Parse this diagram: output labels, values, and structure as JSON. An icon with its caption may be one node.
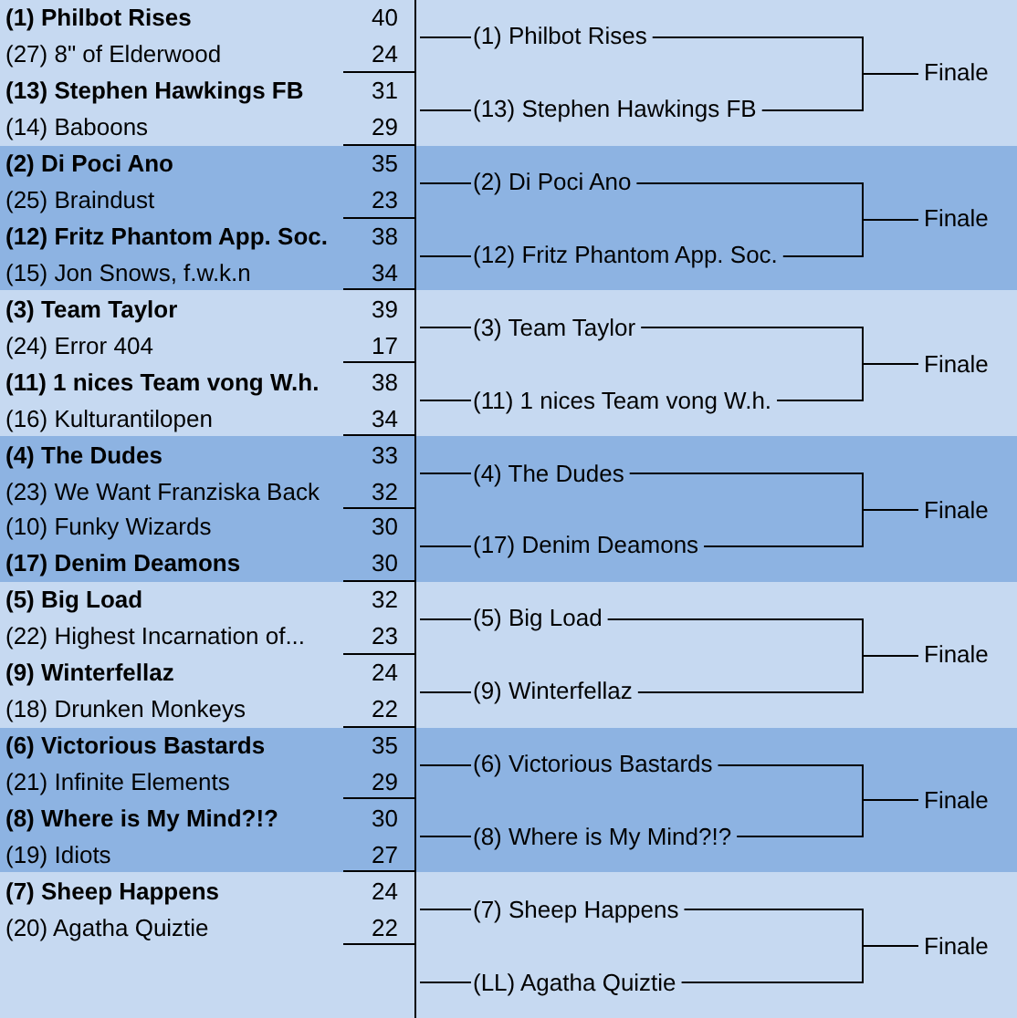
{
  "diagram": {
    "nodes": [
      {
        "text": [
          "(1) Philbot Rises"
        ]
      },
      {
        "text": [
          "Finale"
        ]
      },
      {
        "text": [
          "(13) Stephen Hawkings FB"
        ]
      },
      {
        "text": [
          "(2) Di Poci Ano"
        ]
      },
      {
        "text": [
          "Finale"
        ]
      },
      {
        "text": [
          "(12) Fritz Phantom App. Soc."
        ]
      },
      {
        "text": [
          "(3) Team Taylor"
        ]
      },
      {
        "text": [
          "Finale"
        ]
      },
      {
        "text": [
          "(11) 1 nices Team vong W.h."
        ]
      },
      {
        "text": [
          "(4) The Dudes"
        ]
      },
      {
        "text": [
          "Finale"
        ]
      },
      {
        "text": [
          "(17) Denim Deamons"
        ]
      },
      {
        "text": [
          "(5) Big Load"
        ]
      },
      {
        "text": [
          "Finale"
        ]
      },
      {
        "text": [
          "(9) Winterfellaz"
        ]
      },
      {
        "text": [
          "(6) Victorious Bastards"
        ]
      },
      {
        "text": [
          "Finale"
        ]
      },
      {
        "text": [
          "(8) Where is My Mind?!?"
        ]
      },
      {
        "text": [
          "(7) Sheep Happens"
        ]
      },
      {
        "text": [
          "Finale"
        ]
      },
      {
        "text": [
          "(LL) Agatha Quiztie"
        ]
      }
    ],
    "edges": [
      {
        "from": null,
        "to": 0,
        "arrow": "none"
      },
      {
        "from": null,
        "to": 2,
        "arrow": "none"
      },
      {
        "from": 0,
        "to": 1,
        "arrow": "none"
      },
      {
        "from": 2,
        "to": 1,
        "arrow": "none"
      },
      {
        "from": null,
        "to": 3,
        "arrow": "none"
      },
      {
        "from": null,
        "to": 5,
        "arrow": "none"
      },
      {
        "from": 3,
        "to": 4,
        "arrow": "none"
      },
      {
        "from": 5,
        "to": 4,
        "arrow": "none"
      },
      {
        "from": null,
        "to": 6,
        "arrow": "none"
      },
      {
        "from": null,
        "to": 8,
        "arrow": "none"
      },
      {
        "from": 6,
        "to": 7,
        "arrow": "none"
      },
      {
        "from": 8,
        "to": 7,
        "arrow": "none"
      },
      {
        "from": null,
        "to": 9,
        "arrow": "none"
      },
      {
        "from": null,
        "to": 11,
        "arrow": "none"
      },
      {
        "from": 9,
        "to": 10,
        "arrow": "none"
      },
      {
        "from": 11,
        "to": 10,
        "arrow": "none"
      },
      {
        "from": null,
        "to": 12,
        "arrow": "none"
      },
      {
        "from": null,
        "to": 14,
        "arrow": "none"
      },
      {
        "from": 12,
        "to": 13,
        "arrow": "none"
      },
      {
        "from": 14,
        "to": 13,
        "arrow": "none"
      },
      {
        "from": null,
        "to": 15,
        "arrow": "none"
      },
      {
        "from": null,
        "to": 17,
        "arrow": "none"
      },
      {
        "from": 15,
        "to": 16,
        "arrow": "none"
      },
      {
        "from": 17,
        "to": 16,
        "arrow": "none"
      },
      {
        "from": null,
        "to": 18,
        "arrow": "none"
      },
      {
        "from": null,
        "to": 20,
        "arrow": "none"
      },
      {
        "from": 18,
        "to": 19,
        "arrow": "none"
      },
      {
        "from": 20,
        "to": 19,
        "arrow": "none"
      }
    ],
    "labels": [
      "(1) Philbot Rises",
      "40",
      "(27) 8\" of Elderwood",
      "24",
      "(13) Stephen Hawkings FB",
      "31",
      "(14) Baboons",
      "29",
      "(2) Di Poci Ano",
      "35",
      "(25) Braindust",
      "23",
      "(12) Fritz Phantom App. Soc.",
      "38",
      "(15) Jon Snows, f.w.k.n",
      "34",
      "(3) Team Taylor",
      "39",
      "(24) Error 404",
      "17",
      "(11) 1 nices Team vong W.h.",
      "38",
      "(16) Kulturantilopen",
      "34",
      "(4) The Dudes",
      "33",
      "(23) We Want Franziska Back",
      "32",
      "(10) Funky Wizards",
      "30",
      "(17) Denim Deamons",
      "30",
      "(5) Big Load",
      "32",
      "(22) Highest Incarnation of...",
      "23",
      "(9) Winterfellaz",
      "24",
      "(18) Drunken Monkeys",
      "22",
      "(6) Victorious Bastards",
      "35",
      "(21) Infinite Elements",
      "29",
      "(8) Where is My Mind?!?",
      "30",
      "(19) Idiots",
      "27",
      "(7) Sheep Happens",
      "24",
      "(20) Agatha Quiztie",
      "22"
    ]
  }
}
